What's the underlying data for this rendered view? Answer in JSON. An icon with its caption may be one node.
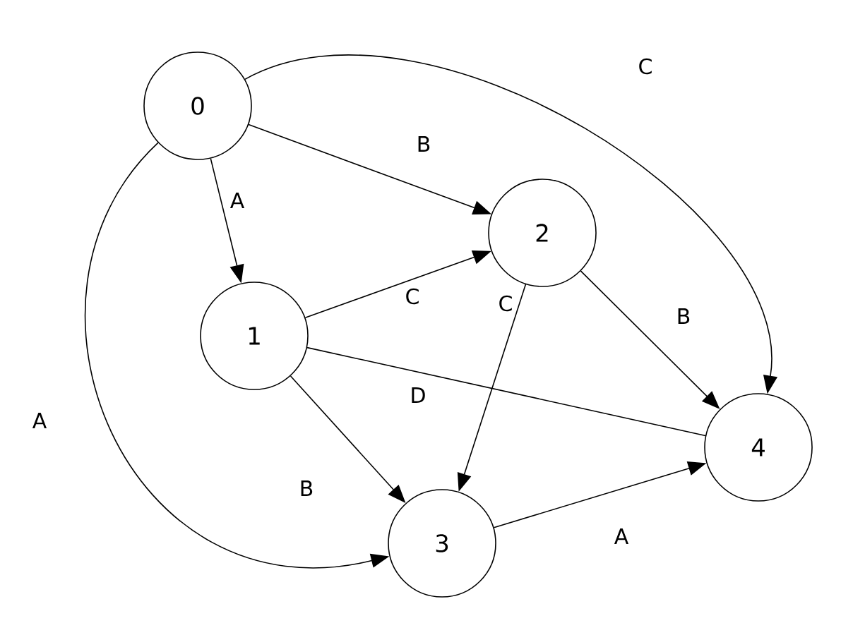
{
  "diagram": {
    "nodes": [
      {
        "text": [
          "0"
        ]
      },
      {
        "text": [
          "1"
        ]
      },
      {
        "text": [
          "2"
        ]
      },
      {
        "text": [
          "3"
        ]
      },
      {
        "text": [
          "4"
        ]
      }
    ],
    "edges": [
      {
        "from": 0,
        "to": 1,
        "arrow": "to",
        "label": "A"
      },
      {
        "from": 0,
        "to": 2,
        "arrow": "to",
        "label": "B"
      },
      {
        "from": 0,
        "to": 4,
        "arrow": "to",
        "label": "C"
      },
      {
        "from": 0,
        "to": 3,
        "arrow": "to",
        "label": "A"
      },
      {
        "from": 1,
        "to": 2,
        "arrow": "to",
        "label": "C"
      },
      {
        "from": 1,
        "to": 3,
        "arrow": "to",
        "label": "B"
      },
      {
        "from": 1,
        "to": 4,
        "arrow": "none",
        "label": "D"
      },
      {
        "from": 2,
        "to": 3,
        "arrow": "to",
        "label": "C"
      },
      {
        "from": 2,
        "to": 4,
        "arrow": "to",
        "label": "B"
      },
      {
        "from": 3,
        "to": 4,
        "arrow": "to",
        "label": "A"
      }
    ]
  }
}
